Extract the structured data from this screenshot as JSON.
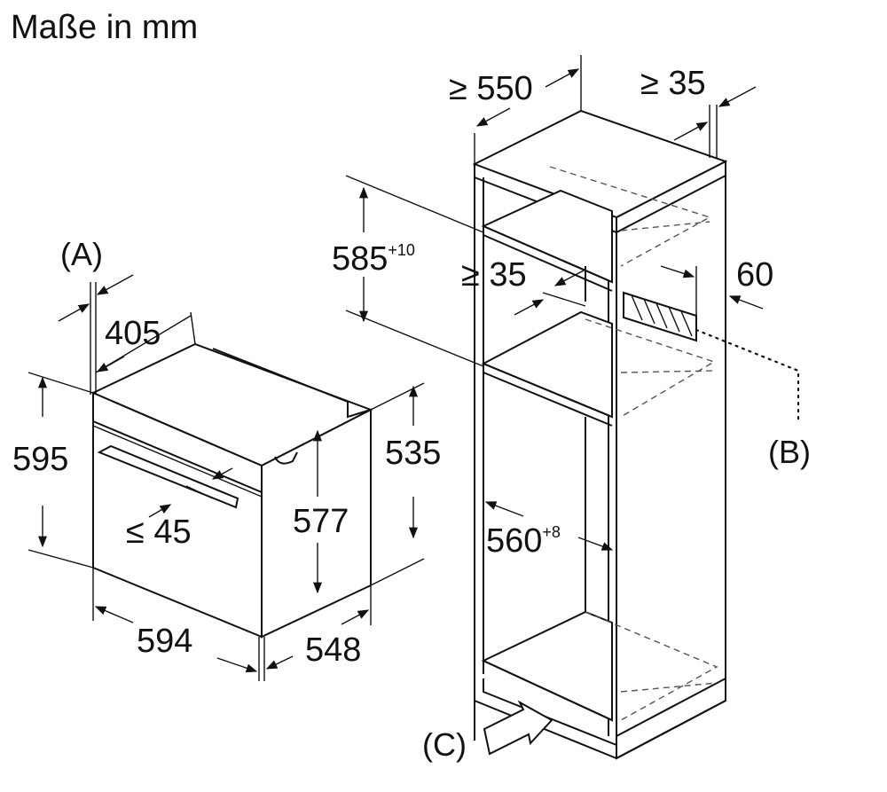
{
  "title": "Maße in mm",
  "oven": {
    "label_a": "(A)",
    "dim_405": "405",
    "dim_595": "595",
    "dim_535": "535",
    "dim_577": "577",
    "dim_max45": "≤ 45",
    "dim_594": "594",
    "dim_548": "548"
  },
  "cabinet": {
    "dim_min550": "≥ 550",
    "dim_min35_top": "≥ 35",
    "dim_585": "585",
    "dim_585_tol": "+10",
    "dim_min35_mid": "≥ 35",
    "dim_60": "60",
    "label_b": "(B)",
    "dim_560": "560",
    "dim_560_tol": "+8",
    "label_c": "(C)"
  }
}
